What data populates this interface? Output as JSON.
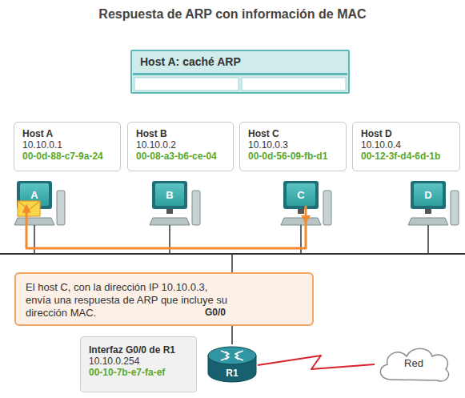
{
  "diagram": {
    "title": "Respuesta de ARP con información de MAC",
    "nodes": [
      {
        "text": [
          "Host A: caché ARP"
        ]
      },
      {
        "text": [
          "Host A",
          "10.10.0.1",
          "00-0d-88-c7-9a-24"
        ]
      },
      {
        "text": [
          "Host B",
          "10.10.0.2",
          "00-08-a3-b6-ce-04"
        ]
      },
      {
        "text": [
          "Host C",
          "10.10.0.3",
          "00-0d-56-09-fb-d1"
        ]
      },
      {
        "text": [
          "Host D",
          "10.10.0.4",
          "00-12-3f-d4-6d-1b"
        ]
      },
      {
        "text": [
          "A"
        ]
      },
      {
        "text": [
          "B"
        ]
      },
      {
        "text": [
          "C"
        ]
      },
      {
        "text": [
          "D"
        ]
      },
      {
        "text": [
          "El host C, con la dirección IP 10.10.0.3, envía una respuesta de ARP que incluye su dirección MAC."
        ]
      },
      {
        "text": [
          "Interfaz G0/0 de R1",
          "10.10.0.254",
          "00-10-7b-e7-fa-ef"
        ]
      },
      {
        "text": [
          "R1"
        ]
      },
      {
        "text": [
          "Red"
        ]
      }
    ],
    "edges": [
      {
        "from": 7,
        "to": 5,
        "arrow": "to"
      },
      {
        "from": 11,
        "to": 12,
        "arrow": "none"
      }
    ],
    "labels": [
      "G0/0"
    ]
  }
}
